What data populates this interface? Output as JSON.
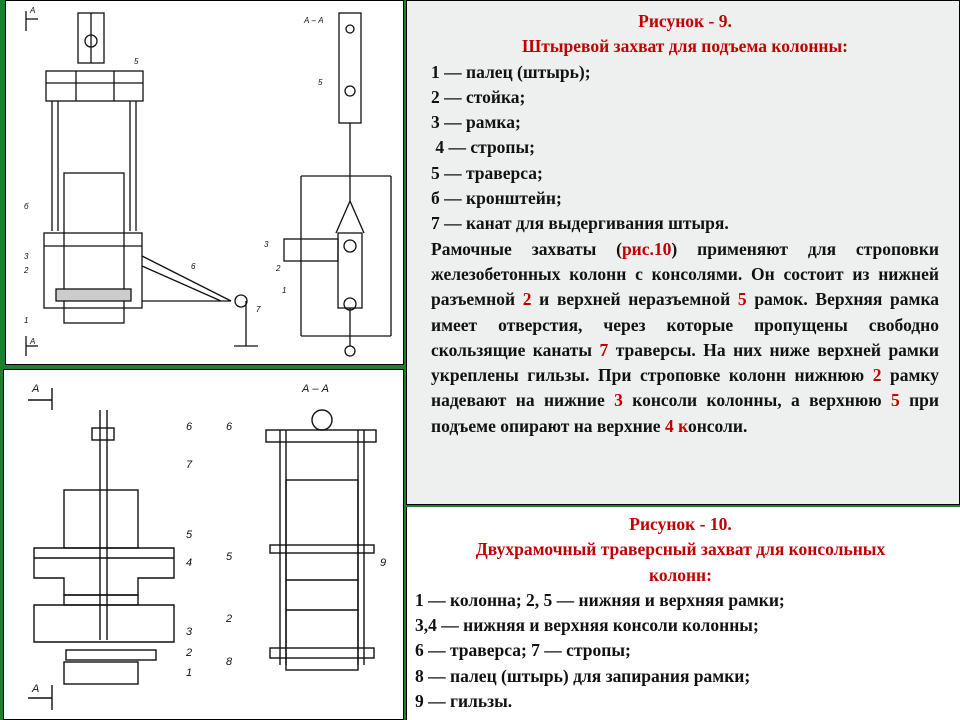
{
  "figure9": {
    "title": "Рисунок - 9.",
    "subtitle": "Штыревой захват для подъема колонны:",
    "items": [
      "1 — палец (штырь);",
      "2 — стойка;",
      "3 — рамка;",
      " 4 — стропы;",
      "5 — траверса;",
      "б — кронштейн;",
      "7 — канат для выдергивания штыря."
    ],
    "paragraph": {
      "p1": "Рамочные захваты (",
      "ref": "рис.10",
      "p2": ") применяют для строповки железобетонных колонн с консолями. Он состоит из нижней разъемной ",
      "n2": "2",
      "p3": " и верхней неразъемной ",
      "n5": "5",
      "p4": " рамок. Верхняя рамка имеет отверстия, через которые пропущены свободно скользящие канаты ",
      "n7": "7",
      "p5": " траверсы. На них ниже верхней рамки укреплены гильзы. При строповке колонн нижнюю ",
      "n2b": "2",
      "p6": " рамку надевают на нижние ",
      "n3": "3",
      "p7": " консоли колонны, а верхнюю ",
      "n5b": "5",
      "p8": " при подъеме опирают на верхние ",
      "n4": "4 к",
      "p9": "онсоли."
    },
    "drawing_labels": {
      "section_a": "А",
      "section_aa": "А – А",
      "num1": "1",
      "num2": "2",
      "num3": "3",
      "num5": "5",
      "num6": "6",
      "num6b": "б",
      "num7": "7"
    }
  },
  "figure10": {
    "title": "Рисунок - 10.",
    "subtitle_line1": "Двухрамочный траверсный захват для консольных",
    "subtitle_line2": "колонн:",
    "items": [
      "1 — колонна; 2, 5 — нижняя и верхняя рамки;",
      "3,4 — нижняя и верхняя консоли колонны;",
      "6 — траверса; 7 — стропы;",
      "8 — палец (штырь) для запирания рамки;",
      "9 — гильзы."
    ],
    "drawing_labels": {
      "section_a": "А",
      "section_aa": "А – А",
      "n1": "1",
      "n2": "2",
      "n3": "3",
      "n4": "4",
      "n5": "5",
      "n6": "6",
      "n7": "7",
      "n8": "8",
      "n9": "9"
    }
  },
  "colors": {
    "background": "#1f7f2f",
    "accent_red": "#c00000",
    "text": "#111111"
  }
}
